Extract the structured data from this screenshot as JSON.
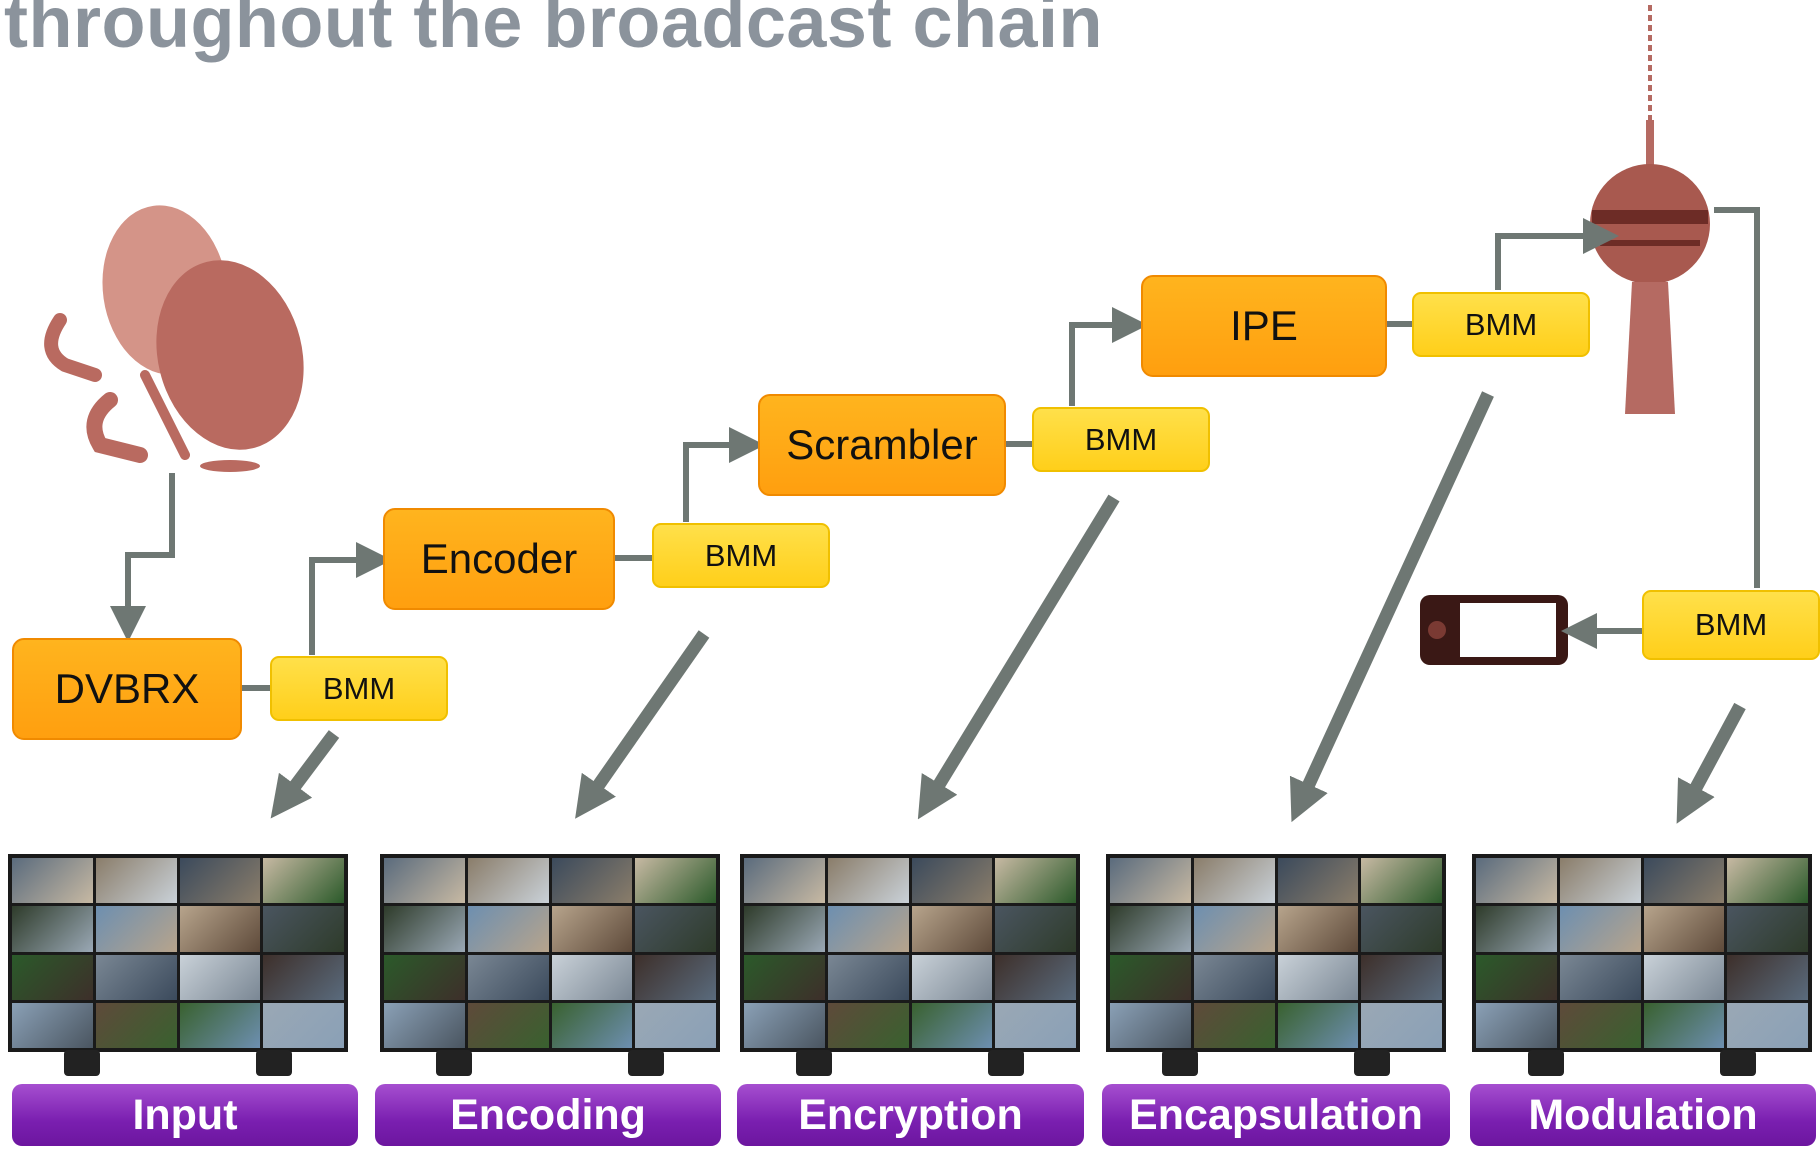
{
  "title": "throughout the broadcast chain",
  "nodes": {
    "dvbrx": "DVBRX",
    "encoder": "Encoder",
    "scrambler": "Scrambler",
    "ipe": "IPE",
    "bmm": "BMM"
  },
  "stages": [
    "Input",
    "Encoding",
    "Encryption",
    "Encapsulation",
    "Modulation"
  ],
  "icons": [
    "satellite-dish-icon",
    "tv-tower-icon",
    "mobile-phone-icon",
    "monitor-icon"
  ],
  "colors": {
    "process_box": "#ffa81a",
    "bmm_box": "#ffd52e",
    "stage_label": "#8a2fc0",
    "connector": "#6e7773",
    "title": "#8b939c",
    "illustration": "#b56a62"
  }
}
